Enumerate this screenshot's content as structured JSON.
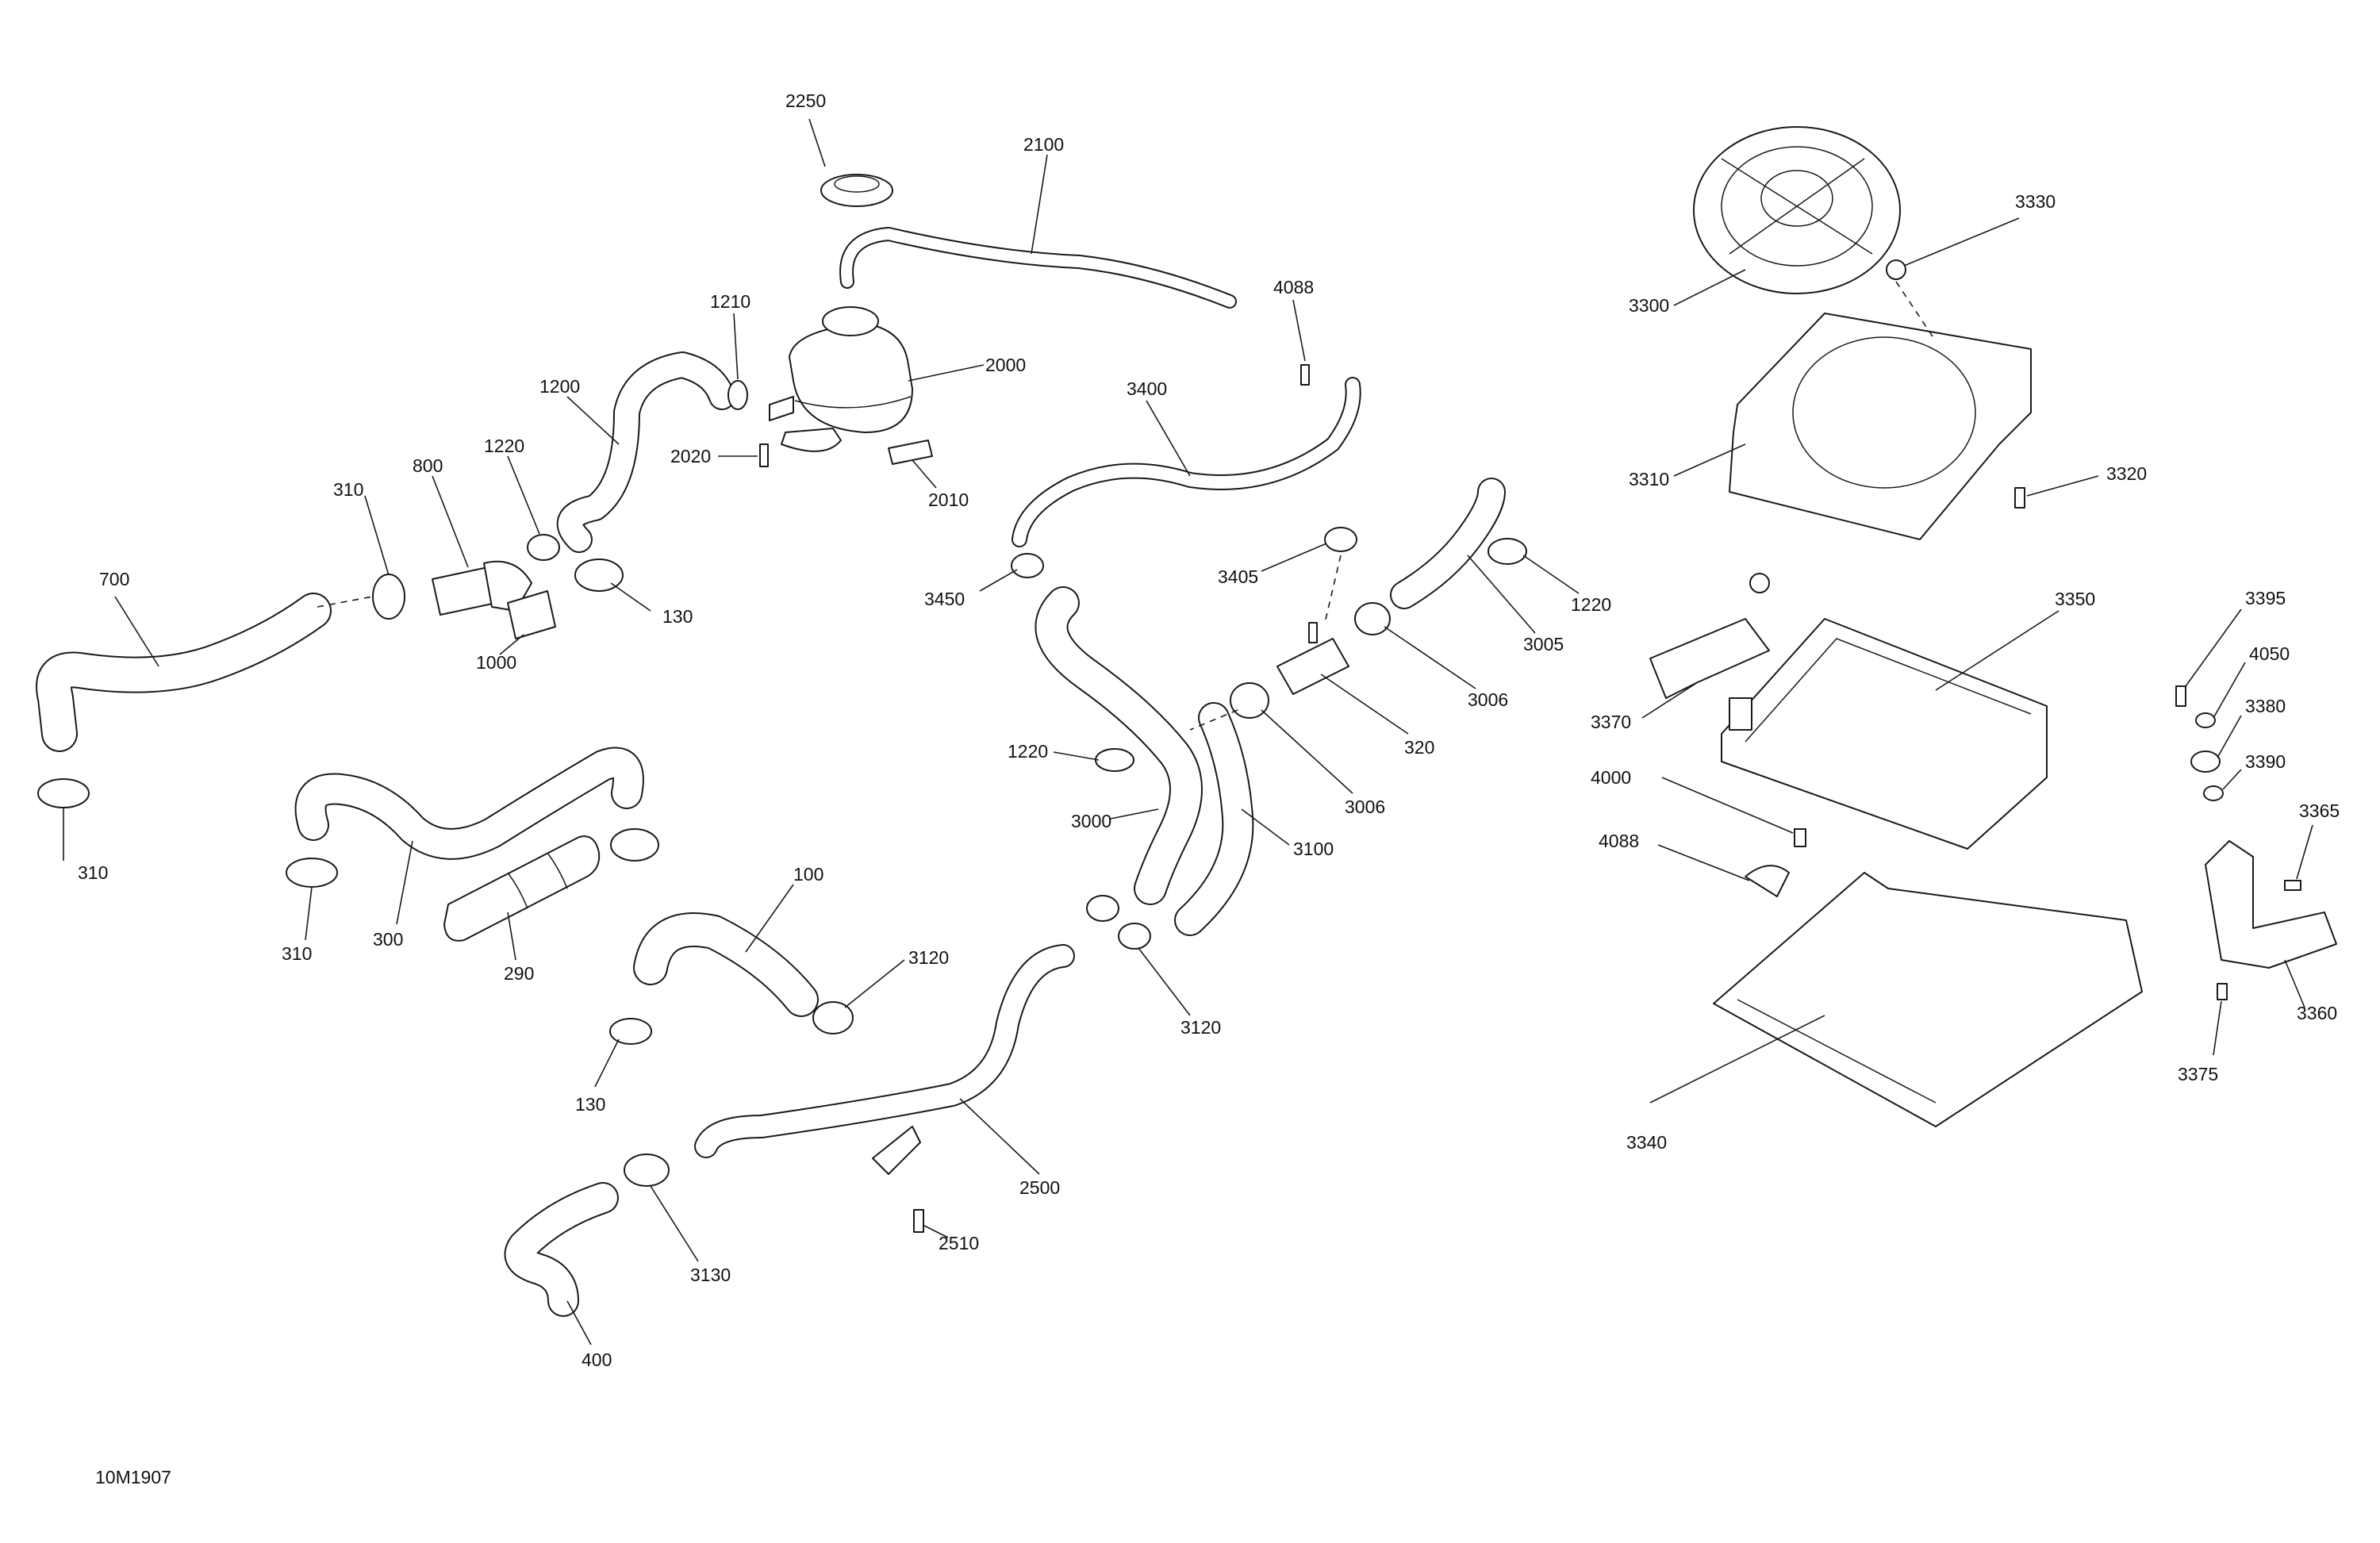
{
  "drawing": {
    "reference_code": "10M1907"
  },
  "callouts": {
    "c100": "100",
    "c130a": "130",
    "c130b": "130",
    "c290": "290",
    "c300": "300",
    "c310a": "310",
    "c310b": "310",
    "c310c": "310",
    "c320": "320",
    "c400": "400",
    "c700": "700",
    "c800": "800",
    "c1000": "1000",
    "c1200": "1200",
    "c1210": "1210",
    "c1220a": "1220",
    "c1220b": "1220",
    "c1220c": "1220",
    "c2000": "2000",
    "c2010": "2010",
    "c2020": "2020",
    "c2100": "2100",
    "c2250": "2250",
    "c2500": "2500",
    "c2510": "2510",
    "c3000": "3000",
    "c3005": "3005",
    "c3006a": "3006",
    "c3006b": "3006",
    "c3100": "3100",
    "c3120a": "3120",
    "c3120b": "3120",
    "c3130": "3130",
    "c3300": "3300",
    "c3310": "3310",
    "c3320": "3320",
    "c3330": "3330",
    "c3340": "3340",
    "c3350": "3350",
    "c3360": "3360",
    "c3365": "3365",
    "c3370": "3370",
    "c3375": "3375",
    "c3380": "3380",
    "c3390": "3390",
    "c3395": "3395",
    "c3400": "3400",
    "c3405": "3405",
    "c3450": "3450",
    "c4000": "4000",
    "c4050": "4050",
    "c4088a": "4088",
    "c4088b": "4088"
  }
}
